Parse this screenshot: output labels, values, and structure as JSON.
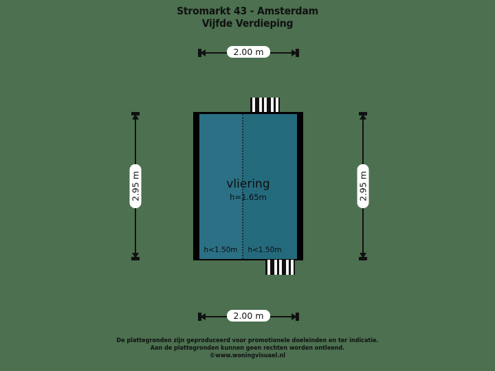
{
  "title": {
    "line1": "Stromarkt 43 - Amsterdam",
    "line2": "Vijfde Verdieping"
  },
  "footer": {
    "line1": "De plattegronden zijn geproduceerd voor promotionele doeleinden en ter indicatie.",
    "line2": "Aan de plattegronden kunnen geen rechten worden ontleend.",
    "line3": "©www.woningvisuael.nl"
  },
  "room": {
    "name": "vliering",
    "height_label": "h=1.65m",
    "left_zone_label": "h<1.50m",
    "right_zone_label": "h<1.50m",
    "fill_color": "#246a7d",
    "fill_color_left": "#2b7085",
    "wall_color": "#000000"
  },
  "dimensions": {
    "top": "2.00 m",
    "bottom": "2.00 m",
    "left": "2.95 m",
    "right": "2.95 m"
  },
  "canvas": {
    "background_color": "#4c7050"
  }
}
